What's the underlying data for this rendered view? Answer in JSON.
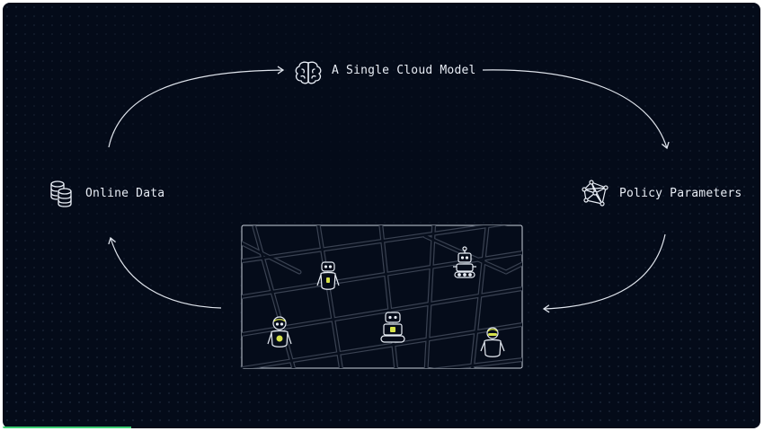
{
  "nodes": {
    "top": {
      "label": "A Single Cloud Model",
      "icon": "brain-icon"
    },
    "left": {
      "label": "Online Data",
      "icon": "database-icon"
    },
    "right": {
      "label": "Policy Parameters",
      "icon": "network-icon"
    }
  },
  "robots": [
    {
      "name": "robot-humanoid-1"
    },
    {
      "name": "robot-wheeled-1"
    },
    {
      "name": "robot-humanoid-2"
    },
    {
      "name": "robot-tracked-1"
    },
    {
      "name": "robot-humanoid-3"
    }
  ],
  "colors": {
    "background": "#040b19",
    "line": "#d8dde6",
    "accent": "#d7e24a",
    "progress": "#3ccf74"
  },
  "progress": {
    "value": 0.17
  }
}
